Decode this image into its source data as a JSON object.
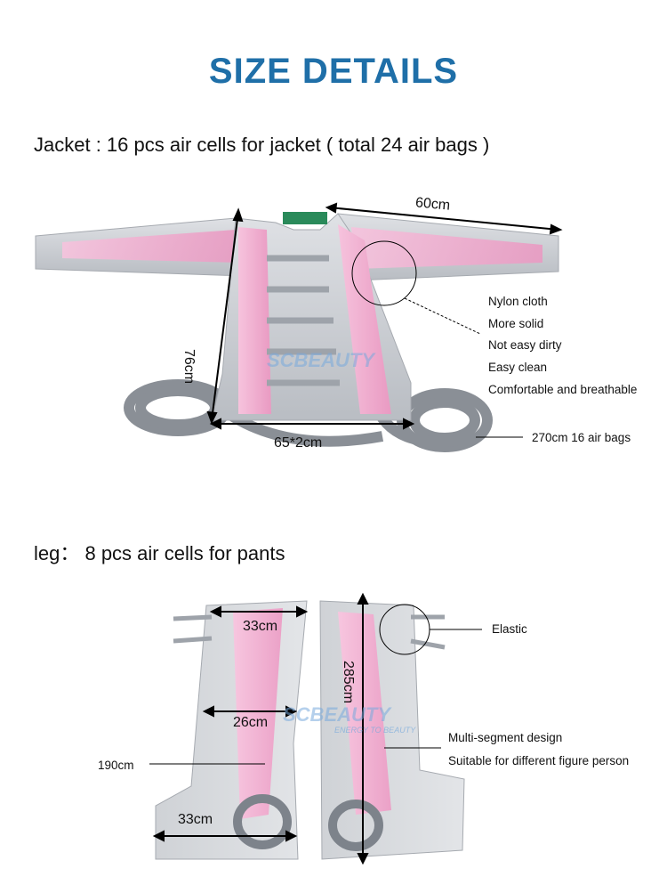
{
  "title": "SIZE DETAILS",
  "jacket": {
    "heading": "Jacket : 16 pcs air cells for jacket  ( total 24 air bags )",
    "dims": {
      "width": "60cm",
      "length": "76cm",
      "bottom": "65*2cm"
    },
    "features": [
      "Nylon cloth",
      "More solid",
      "Not easy dirty",
      "Easy clean",
      "Comfortable and breathable"
    ],
    "hose_note": "270cm  16 air bags"
  },
  "leg": {
    "heading": "leg： 8 pcs air cells for pants",
    "dims": {
      "top": "33cm",
      "length": "285cm",
      "middle": "26cm",
      "foot": "33cm",
      "hose": "190cm"
    },
    "elastic": "Elastic",
    "design_notes": [
      "Multi-segment design",
      "Suitable for different figure person"
    ]
  },
  "watermark": {
    "brand": "SCBEAUTY",
    "tagline": "ENERGY TO BEAUTY"
  },
  "colors": {
    "title": "#1f6fa8",
    "silver": "#c9ccd1",
    "pink": "#f2b3d3",
    "hose": "#8a8f96"
  }
}
